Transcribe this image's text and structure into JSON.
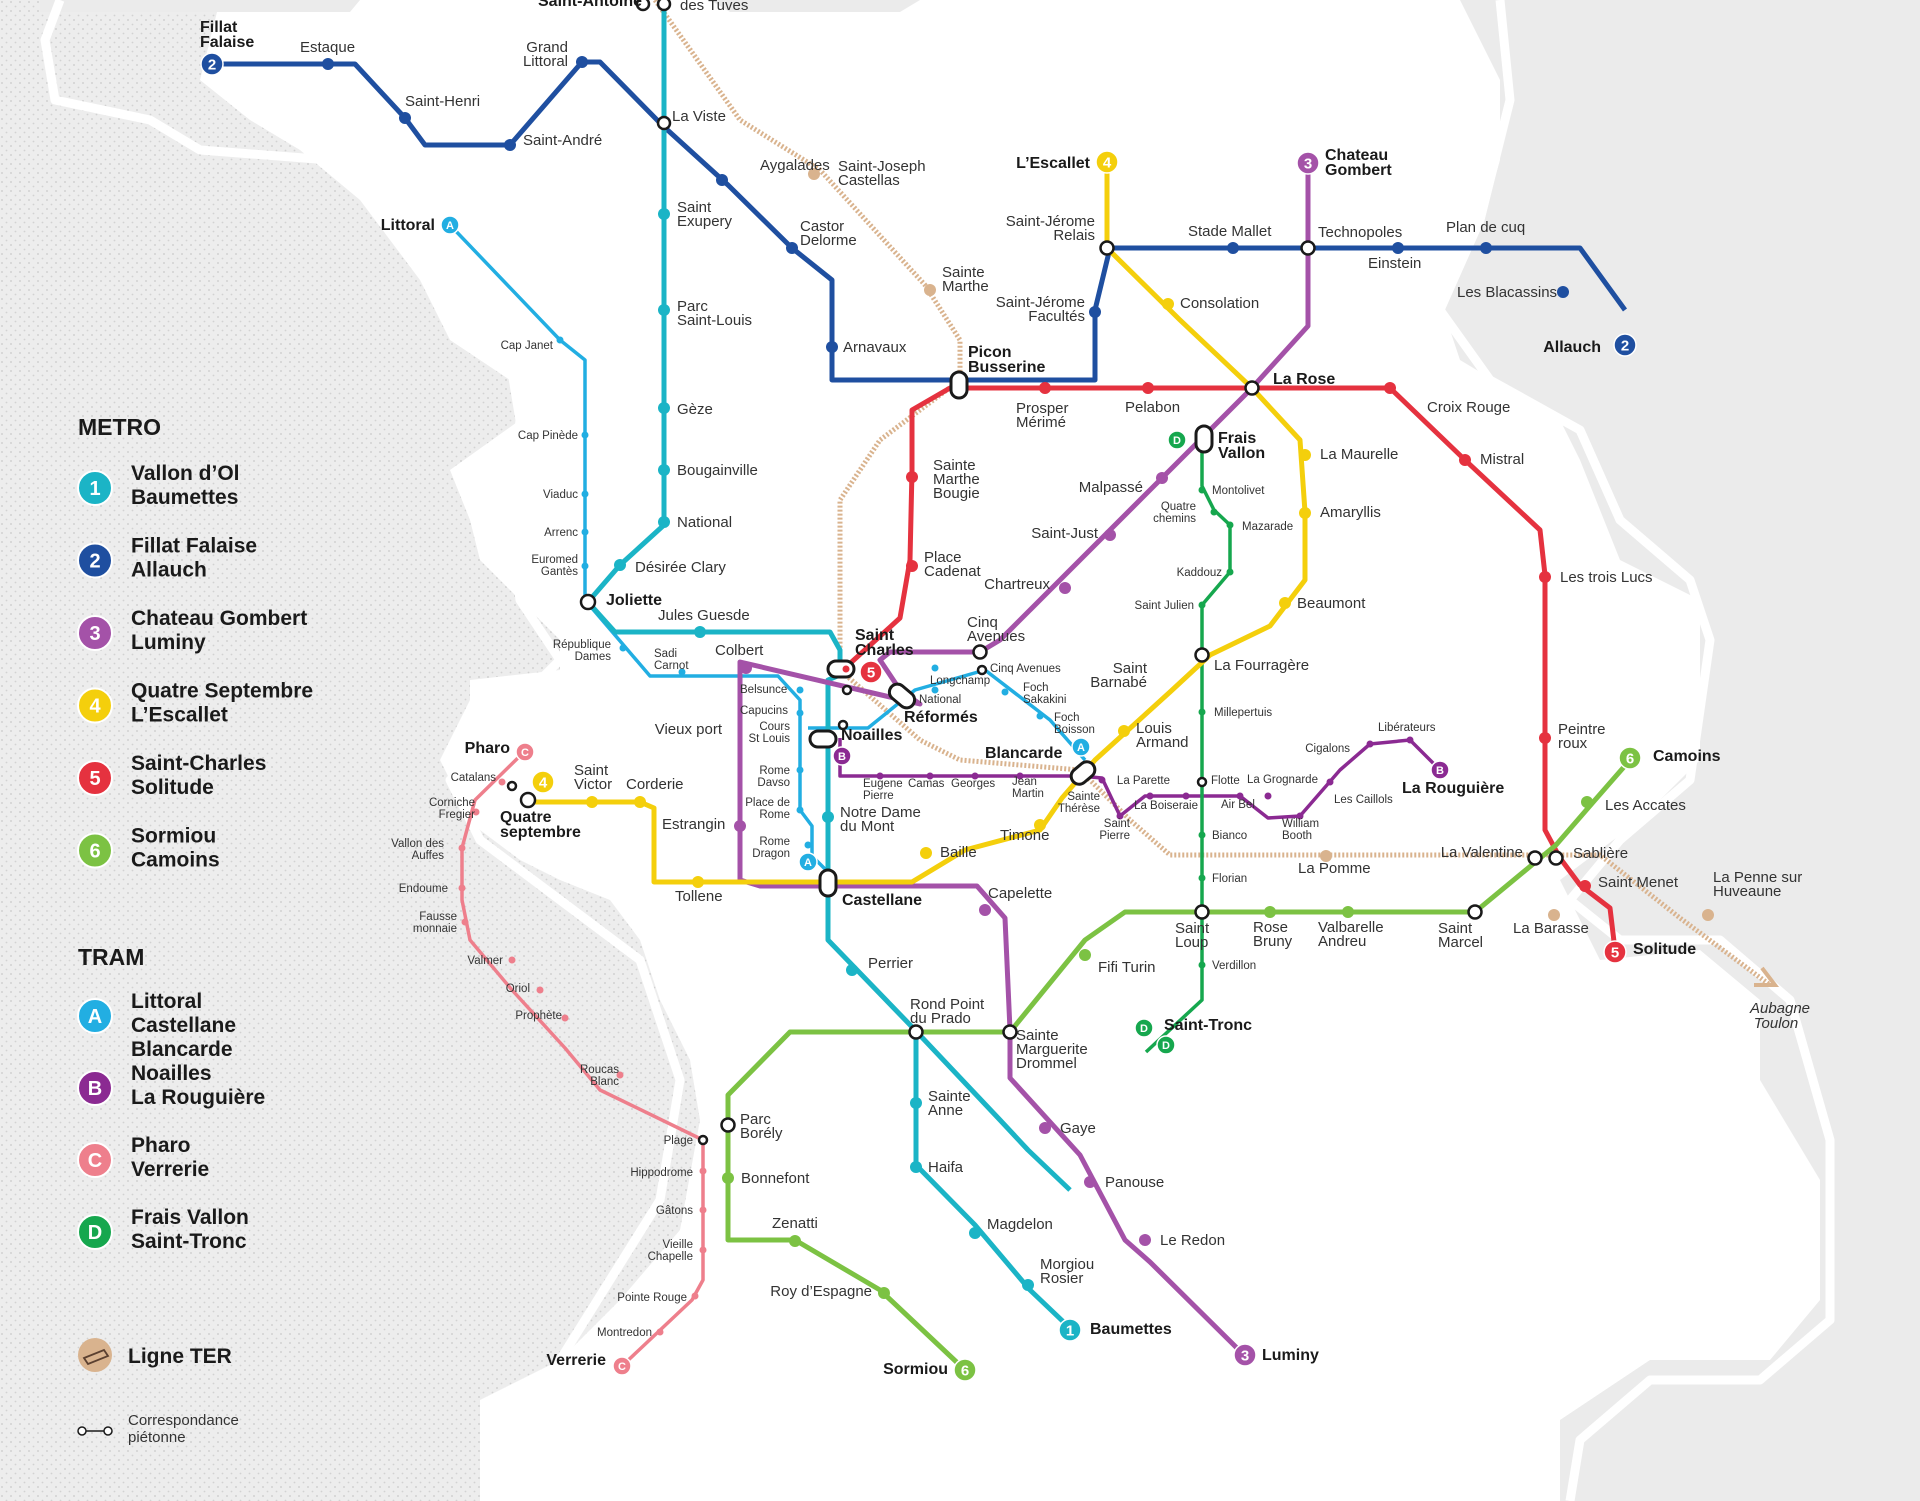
{
  "colors": {
    "land": "#ebebeb",
    "boundary": "#ffffff",
    "ter": "#d9b38e",
    "m1": "#1bb4c6",
    "m2": "#1f4fa0",
    "m3": "#a452a8",
    "m4": "#f4cf0c",
    "m5": "#e5323f",
    "m6": "#7cc243",
    "tA": "#22aee2",
    "tB": "#8b2a92",
    "tC": "#ee7f8c",
    "tD": "#16a74e"
  },
  "legend": {
    "metro_heading": "METRO",
    "tram_heading": "TRAM",
    "metro": [
      {
        "badge": "1",
        "color": "#1bb4c6",
        "line1": "Vallon d’Ol",
        "line2": "Baumettes"
      },
      {
        "badge": "2",
        "color": "#1f4fa0",
        "line1": "Fillat Falaise",
        "line2": "Allauch"
      },
      {
        "badge": "3",
        "color": "#a452a8",
        "line1": "Chateau Gombert",
        "line2": "Luminy"
      },
      {
        "badge": "4",
        "color": "#f4cf0c",
        "line1": "Quatre Septembre",
        "line2": "L’Escallet"
      },
      {
        "badge": "5",
        "color": "#e5323f",
        "line1": "Saint-Charles",
        "line2": "Solitude"
      },
      {
        "badge": "6",
        "color": "#7cc243",
        "line1": "Sormiou",
        "line2": "Camoins"
      }
    ],
    "tram": [
      {
        "badge": "A",
        "color": "#22aee2",
        "line1": "Littoral",
        "line2": "Castellane",
        "line3": "Blancarde"
      },
      {
        "badge": "B",
        "color": "#8b2a92",
        "line1": "Noailles",
        "line2": "La Rouguière",
        "line3": ""
      },
      {
        "badge": "C",
        "color": "#ee7f8c",
        "line1": "Pharo",
        "line2": "Verrerie",
        "line3": ""
      },
      {
        "badge": "D",
        "color": "#16a74e",
        "line1": "Frais Vallon",
        "line2": "Saint-Tronc",
        "line3": ""
      }
    ],
    "ter_label": "Ligne TER",
    "corresp_line1": "Correspondance",
    "corresp_line2": "piétonne"
  },
  "directions": {
    "aubagne": "Aubagne",
    "toulon": "Toulon"
  },
  "stations": [
    {
      "id": "saint-antoine",
      "t": "Saint-Antoine",
      "c": "b"
    },
    {
      "id": "des-tuves",
      "t": "des Tuves"
    },
    {
      "id": "fillat-falaise",
      "t": "Fillat",
      "t2": "Falaise",
      "c": "b"
    },
    {
      "id": "estaque",
      "t": "Estaque"
    },
    {
      "id": "grand-littoral",
      "t": "Grand",
      "t2": "Littoral"
    },
    {
      "id": "saint-henri",
      "t": "Saint-Henri"
    },
    {
      "id": "saint-andre",
      "t": "Saint-André"
    },
    {
      "id": "la-viste",
      "t": "La Viste"
    },
    {
      "id": "aygalades",
      "t": "Aygalades"
    },
    {
      "id": "saint-joseph-castellas",
      "t": "Saint-Joseph",
      "t2": "Castellas"
    },
    {
      "id": "saint-exupery",
      "t": "Saint",
      "t2": "Exupery"
    },
    {
      "id": "castor-delorme",
      "t": "Castor",
      "t2": "Delorme"
    },
    {
      "id": "littoral",
      "t": "Littoral",
      "c": "b"
    },
    {
      "id": "sainte-marthe",
      "t": "Sainte",
      "t2": "Marthe"
    },
    {
      "id": "parc-saint-louis",
      "t": "Parc",
      "t2": "Saint-Louis"
    },
    {
      "id": "arnavaux",
      "t": "Arnavaux"
    },
    {
      "id": "cap-janet",
      "t": "Cap Janet",
      "c": "s"
    },
    {
      "id": "picon-busserine",
      "t": "Picon",
      "t2": "Busserine",
      "c": "b"
    },
    {
      "id": "geze",
      "t": "Gèze"
    },
    {
      "id": "prosper-merime",
      "t": "Prosper",
      "t2": "Mérimé"
    },
    {
      "id": "pelabon",
      "t": "Pelabon"
    },
    {
      "id": "cap-pinede",
      "t": "Cap Pinède",
      "c": "s"
    },
    {
      "id": "bougainville",
      "t": "Bougainville"
    },
    {
      "id": "sainte-marthe-bougie",
      "t": "Sainte",
      "t2": "Marthe",
      "t3": "Bougie"
    },
    {
      "id": "viaduc",
      "t": "Viaduc",
      "c": "s"
    },
    {
      "id": "arrenc",
      "t": "Arrenc",
      "c": "s"
    },
    {
      "id": "national",
      "t": "National"
    },
    {
      "id": "euromed-gantes",
      "t": "Euromed",
      "t2": "Gantès",
      "c": "s"
    },
    {
      "id": "desiree-clary",
      "t": "Désirée Clary"
    },
    {
      "id": "place-cadenat",
      "t": "Place",
      "t2": "Cadenat"
    },
    {
      "id": "joliette",
      "t": "Joliette",
      "c": "b"
    },
    {
      "id": "jules-guesde",
      "t": "Jules Guesde"
    },
    {
      "id": "republique-dames",
      "t": "République",
      "t2": "Dames",
      "c": "s"
    },
    {
      "id": "sadi-carnot",
      "t": "Sadi",
      "t2": "Carnot",
      "c": "s"
    },
    {
      "id": "colbert",
      "t": "Colbert"
    },
    {
      "id": "saint-charles",
      "t": "Saint",
      "t2": "Charles",
      "c": "b"
    },
    {
      "id": "belsunce",
      "t": "Belsunce",
      "c": "s"
    },
    {
      "id": "capucins",
      "t": "Capucins",
      "c": "s"
    },
    {
      "id": "cours-st-louis",
      "t": "Cours",
      "t2": "St Louis",
      "c": "s"
    },
    {
      "id": "vieux-port",
      "t": "Vieux port"
    },
    {
      "id": "noailles",
      "t": "Noailles",
      "c": "b"
    },
    {
      "id": "rome-davso",
      "t": "Rome",
      "t2": "Davso",
      "c": "s"
    },
    {
      "id": "place-de-rome",
      "t": "Place de",
      "t2": "Rome",
      "c": "s"
    },
    {
      "id": "rome-dragon",
      "t": "Rome",
      "t2": "Dragon",
      "c": "s"
    },
    {
      "id": "castellane",
      "t": "Castellane",
      "c": "b"
    },
    {
      "id": "notre-dame-du-mont",
      "t": "Notre Dame",
      "t2": "du Mont"
    },
    {
      "id": "reformes",
      "t": "Réformés",
      "c": "b"
    },
    {
      "id": "longchamp",
      "t": "Longchamp",
      "c": "s"
    },
    {
      "id": "national-tram",
      "t": "National",
      "c": "s"
    },
    {
      "id": "cinq-avenues",
      "t": "Cinq",
      "t2": "Avenues"
    },
    {
      "id": "cinq-avenues-tram",
      "t": "Cinq Avenues",
      "c": "s"
    },
    {
      "id": "foch-sakakini",
      "t": "Foch",
      "t2": "Sakakini",
      "c": "s"
    },
    {
      "id": "foch-boisson",
      "t": "Foch",
      "t2": "Boisson",
      "c": "s"
    },
    {
      "id": "blancarde",
      "t": "Blancarde",
      "c": "b"
    },
    {
      "id": "eugene-pierre",
      "t": "Eugene",
      "t2": "Pierre",
      "c": "s"
    },
    {
      "id": "camas",
      "t": "Camas",
      "c": "s"
    },
    {
      "id": "georges",
      "t": "Georges",
      "c": "s"
    },
    {
      "id": "jean-martin",
      "t": "Jean",
      "t2": "Martin",
      "c": "s"
    },
    {
      "id": "lescallet",
      "t": "L’Escallet",
      "c": "b"
    },
    {
      "id": "chateau-gombert",
      "t": "Chateau",
      "t2": "Gombert",
      "c": "b"
    },
    {
      "id": "saint-jerome-relais",
      "t": "Saint-Jérome",
      "t2": "Relais"
    },
    {
      "id": "stade-mallet",
      "t": "Stade Mallet"
    },
    {
      "id": "technopoles",
      "t": "Technopoles"
    },
    {
      "id": "plan-de-cuq",
      "t": "Plan de cuq"
    },
    {
      "id": "einstein",
      "t": "Einstein"
    },
    {
      "id": "les-blacassins",
      "t": "Les Blacassins"
    },
    {
      "id": "allauch",
      "t": "Allauch",
      "c": "b"
    },
    {
      "id": "saint-jerome-facultes",
      "t": "Saint-Jérome",
      "t2": "Facultés"
    },
    {
      "id": "consolation",
      "t": "Consolation"
    },
    {
      "id": "la-rose",
      "t": "La Rose",
      "c": "b"
    },
    {
      "id": "croix-rouge",
      "t": "Croix Rouge"
    },
    {
      "id": "frais-vallon",
      "t": "Frais",
      "t2": "Vallon",
      "c": "b"
    },
    {
      "id": "la-maurelle",
      "t": "La Maurelle"
    },
    {
      "id": "mistral",
      "t": "Mistral"
    },
    {
      "id": "malpasse",
      "t": "Malpassé"
    },
    {
      "id": "montolivet",
      "t": "Montolivet",
      "c": "s"
    },
    {
      "id": "quatre-chemins",
      "t": "Quatre",
      "t2": "chemins",
      "c": "s"
    },
    {
      "id": "mazarade",
      "t": "Mazarade",
      "c": "s"
    },
    {
      "id": "amaryllis",
      "t": "Amaryllis"
    },
    {
      "id": "saint-just",
      "t": "Saint-Just"
    },
    {
      "id": "kaddouz",
      "t": "Kaddouz",
      "c": "s"
    },
    {
      "id": "les-trois-lucs",
      "t": "Les trois Lucs"
    },
    {
      "id": "chartreux",
      "t": "Chartreux"
    },
    {
      "id": "saint-julien",
      "t": "Saint Julien",
      "c": "s"
    },
    {
      "id": "beaumont",
      "t": "Beaumont"
    },
    {
      "id": "saint-barnabe",
      "t": "Saint",
      "t2": "Barnabé"
    },
    {
      "id": "la-fourragere",
      "t": "La Fourragère"
    },
    {
      "id": "millepertuis",
      "t": "Millepertuis",
      "c": "s"
    },
    {
      "id": "louis-armand",
      "t": "Louis",
      "t2": "Armand"
    },
    {
      "id": "liberateurs",
      "t": "Libérateurs",
      "c": "s"
    },
    {
      "id": "cigalons",
      "t": "Cigalons",
      "c": "s"
    },
    {
      "id": "la-rouguiere",
      "t": "La Rouguière",
      "c": "b"
    },
    {
      "id": "peintre-roux",
      "t": "Peintre",
      "t2": "roux"
    },
    {
      "id": "camoins",
      "t": "Camoins",
      "c": "b"
    },
    {
      "id": "la-parette",
      "t": "La Parette",
      "c": "s"
    },
    {
      "id": "flotte",
      "t": "Flotte",
      "c": "s"
    },
    {
      "id": "la-grognarde",
      "t": "La Grognarde",
      "c": "s"
    },
    {
      "id": "la-boiseraie",
      "t": "La Boiseraie",
      "c": "s"
    },
    {
      "id": "air-bel",
      "t": "Air Bel",
      "c": "s"
    },
    {
      "id": "les-caillols",
      "t": "Les Caillols",
      "c": "s"
    },
    {
      "id": "sainte-therese",
      "t": "Sainte",
      "t2": "Thérèse",
      "c": "s"
    },
    {
      "id": "saint-pierre",
      "t": "Saint",
      "t2": "Pierre",
      "c": "s"
    },
    {
      "id": "william-booth",
      "t": "William",
      "t2": "Booth",
      "c": "s"
    },
    {
      "id": "les-accates",
      "t": "Les Accates"
    },
    {
      "id": "bianco",
      "t": "Bianco",
      "c": "s"
    },
    {
      "id": "la-pomme",
      "t": "La Pomme"
    },
    {
      "id": "la-valentine",
      "t": "La Valentine"
    },
    {
      "id": "sabliere",
      "t": "Sablière"
    },
    {
      "id": "timone",
      "t": "Timone"
    },
    {
      "id": "baille",
      "t": "Baille"
    },
    {
      "id": "florian",
      "t": "Florian",
      "c": "s"
    },
    {
      "id": "saint-menet",
      "t": "Saint Menet"
    },
    {
      "id": "la-penne",
      "t": "La Penne sur",
      "t2": "Huveaune"
    },
    {
      "id": "pharo",
      "t": "Pharo",
      "c": "b"
    },
    {
      "id": "catalans",
      "t": "Catalans",
      "c": "s"
    },
    {
      "id": "saint-victor",
      "t": "Saint",
      "t2": "Victor"
    },
    {
      "id": "corderie",
      "t": "Corderie"
    },
    {
      "id": "corniche-fregier",
      "t": "Corniche",
      "t2": "Fregier",
      "c": "s"
    },
    {
      "id": "quatre-septembre",
      "t": "Quatre",
      "t2": "septembre",
      "c": "b"
    },
    {
      "id": "estrangin",
      "t": "Estrangin"
    },
    {
      "id": "vallon-des-auffes",
      "t": "Vallon des",
      "t2": "Auffes",
      "c": "s"
    },
    {
      "id": "endoume",
      "t": "Endoume",
      "c": "s"
    },
    {
      "id": "tollene",
      "t": "Tollene"
    },
    {
      "id": "capelette",
      "t": "Capelette"
    },
    {
      "id": "fausse-monnaie",
      "t": "Fausse",
      "t2": "monnaie",
      "c": "s"
    },
    {
      "id": "saint-loup",
      "t": "Saint",
      "t2": "Loup"
    },
    {
      "id": "rose-bruny",
      "t": "Rose",
      "t2": "Bruny"
    },
    {
      "id": "valbarelle-andreu",
      "t": "Valbarelle",
      "t2": "Andreu"
    },
    {
      "id": "saint-marcel",
      "t": "Saint",
      "t2": "Marcel"
    },
    {
      "id": "la-barasse",
      "t": "La Barasse"
    },
    {
      "id": "solitude",
      "t": "Solitude",
      "c": "b"
    },
    {
      "id": "valmer",
      "t": "Valmer",
      "c": "s"
    },
    {
      "id": "perrier",
      "t": "Perrier"
    },
    {
      "id": "fifi-turin",
      "t": "Fifi Turin"
    },
    {
      "id": "verdillon",
      "t": "Verdillon",
      "c": "s"
    },
    {
      "id": "oriol",
      "t": "Oriol",
      "c": "s"
    },
    {
      "id": "prophete",
      "t": "Prophète",
      "c": "s"
    },
    {
      "id": "rond-point-du-prado",
      "t": "Rond Point",
      "t2": "du Prado"
    },
    {
      "id": "sainte-marguerite-dromel",
      "t": "Sainte",
      "t2": "Marguerite",
      "t3": "Drommel"
    },
    {
      "id": "saint-tronc",
      "t": "Saint-Tronc",
      "c": "b"
    },
    {
      "id": "roucas-blanc",
      "t": "Roucas",
      "t2": "Blanc",
      "c": "s"
    },
    {
      "id": "sainte-anne",
      "t": "Sainte",
      "t2": "Anne"
    },
    {
      "id": "gaye",
      "t": "Gaye"
    },
    {
      "id": "parc-borely",
      "t": "Parc",
      "t2": "Borély"
    },
    {
      "id": "plage",
      "t": "Plage",
      "c": "s"
    },
    {
      "id": "hippodrome",
      "t": "Hippodrome",
      "c": "s"
    },
    {
      "id": "haifa",
      "t": "Haifa"
    },
    {
      "id": "panouse",
      "t": "Panouse"
    },
    {
      "id": "bonnefont",
      "t": "Bonnefont"
    },
    {
      "id": "gatons",
      "t": "Gâtons",
      "c": "s"
    },
    {
      "id": "zenatti",
      "t": "Zenatti"
    },
    {
      "id": "magdelon",
      "t": "Magdelon"
    },
    {
      "id": "le-redon",
      "t": "Le Redon"
    },
    {
      "id": "vieille-chapelle",
      "t": "Vieille",
      "t2": "Chapelle",
      "c": "s"
    },
    {
      "id": "morgiou-rosier",
      "t": "Morgiou",
      "t2": "Rosier"
    },
    {
      "id": "roy-despagne",
      "t": "Roy d’Espagne"
    },
    {
      "id": "pointe-rouge",
      "t": "Pointe Rouge",
      "c": "s"
    },
    {
      "id": "baumettes",
      "t": "Baumettes",
      "c": "b"
    },
    {
      "id": "montredon",
      "t": "Montredon",
      "c": "s"
    },
    {
      "id": "luminy",
      "t": "Luminy",
      "c": "b"
    },
    {
      "id": "verrerie",
      "t": "Verrerie",
      "c": "b"
    },
    {
      "id": "sormiou",
      "t": "Sormiou",
      "c": "b"
    }
  ],
  "badges": [
    {
      "id": "fillat-falaise-badge",
      "t": "2",
      "color": "#1f4fa0"
    },
    {
      "id": "littoral-badge",
      "t": "A",
      "color": "#22aee2"
    },
    {
      "id": "lescallet-badge",
      "t": "4",
      "color": "#f4cf0c"
    },
    {
      "id": "chateau-gombert-badge",
      "t": "3",
      "color": "#a452a8"
    },
    {
      "id": "allauch-badge",
      "t": "2",
      "color": "#1f4fa0"
    },
    {
      "id": "frais-vallon-badge",
      "t": "D",
      "color": "#16a74e"
    },
    {
      "id": "saint-charles-badge",
      "t": "5",
      "color": "#e5323f"
    },
    {
      "id": "noailles-badge",
      "t": "B",
      "color": "#8b2a92"
    },
    {
      "id": "blancarde-badge",
      "t": "A",
      "color": "#22aee2"
    },
    {
      "id": "la-rouguiere-badge",
      "t": "B",
      "color": "#8b2a92"
    },
    {
      "id": "camoins-badge",
      "t": "6",
      "color": "#7cc243"
    },
    {
      "id": "pharo-badge",
      "t": "C",
      "color": "#ee7f8c"
    },
    {
      "id": "quatre-septembre-badge",
      "t": "4",
      "color": "#f4cf0c"
    },
    {
      "id": "castellane-badge",
      "t": "A",
      "color": "#22aee2"
    },
    {
      "id": "solitude-badge",
      "t": "5",
      "color": "#e5323f"
    },
    {
      "id": "saint-tronc-badge-1",
      "t": "D",
      "color": "#16a74e"
    },
    {
      "id": "saint-tronc-badge-2",
      "t": "D",
      "color": "#16a74e"
    },
    {
      "id": "baumettes-badge",
      "t": "1",
      "color": "#1bb4c6"
    },
    {
      "id": "luminy-badge",
      "t": "3",
      "color": "#a452a8"
    },
    {
      "id": "verrerie-badge",
      "t": "C",
      "color": "#ee7f8c"
    },
    {
      "id": "sormiou-badge",
      "t": "6",
      "color": "#7cc243"
    }
  ]
}
